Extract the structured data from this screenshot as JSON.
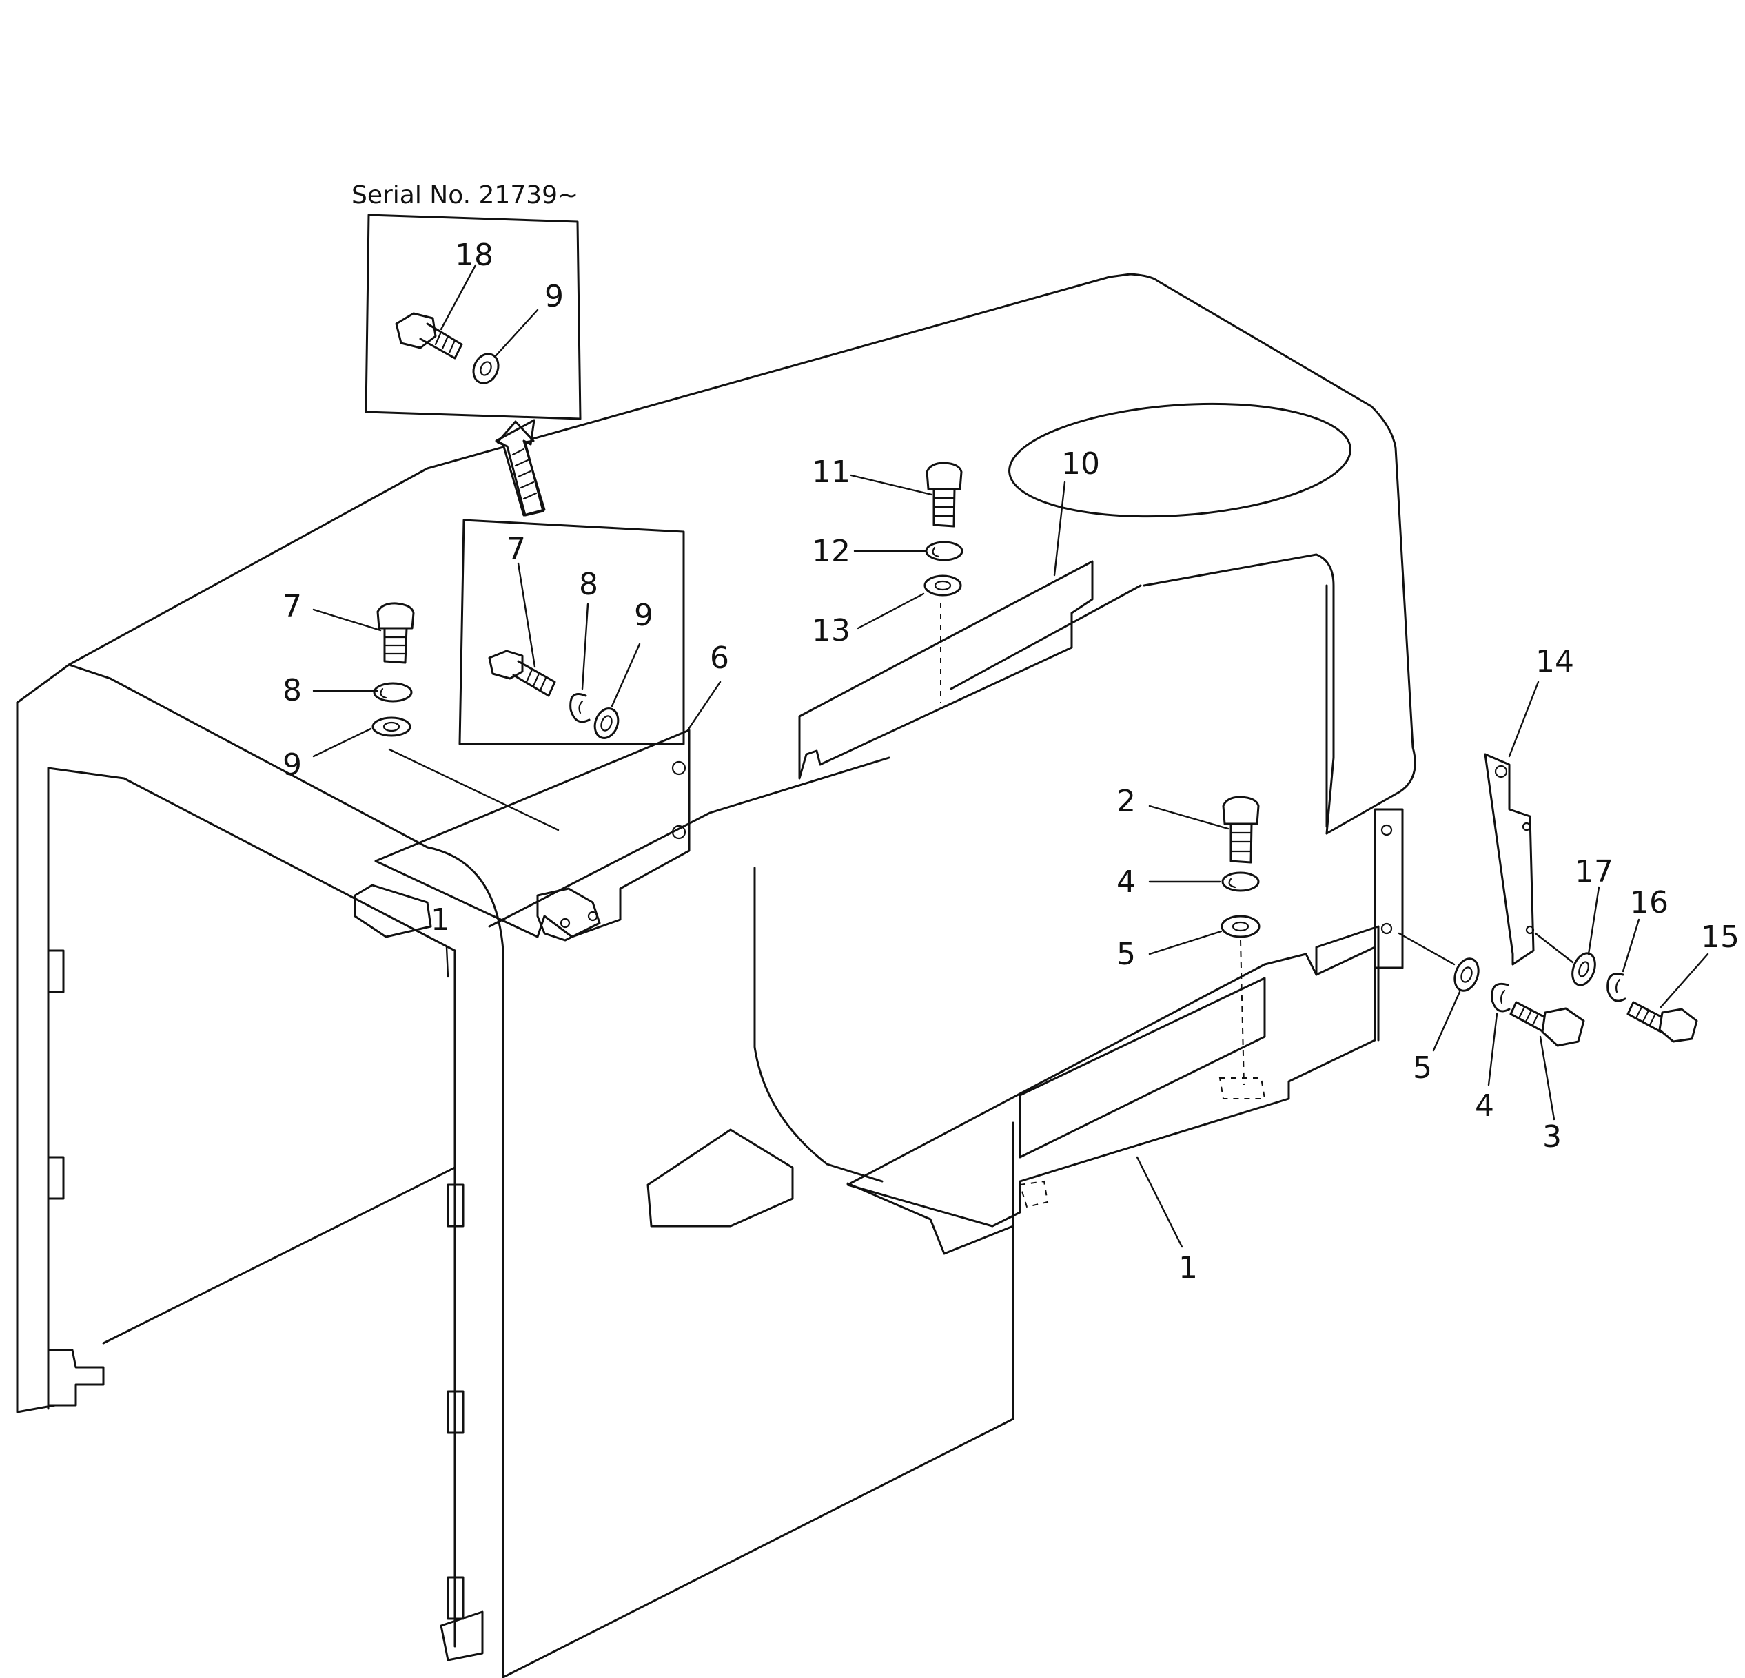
{
  "inset_note": "Serial No. 21739~",
  "callouts": {
    "inset18": "18",
    "inset9": "9",
    "inset7": "7",
    "inset8": "8",
    "inset9b": "9",
    "c7": "7",
    "c8": "8",
    "c9": "9",
    "c6": "6",
    "c11": "11",
    "c12": "12",
    "c13": "13",
    "c10": "10",
    "c1a": "1",
    "c2": "2",
    "c4": "4",
    "c5": "5",
    "c1b": "1",
    "c14": "14",
    "c17": "17",
    "c16": "16",
    "c15": "15",
    "c5b": "5",
    "c4b": "4",
    "c3": "3"
  }
}
